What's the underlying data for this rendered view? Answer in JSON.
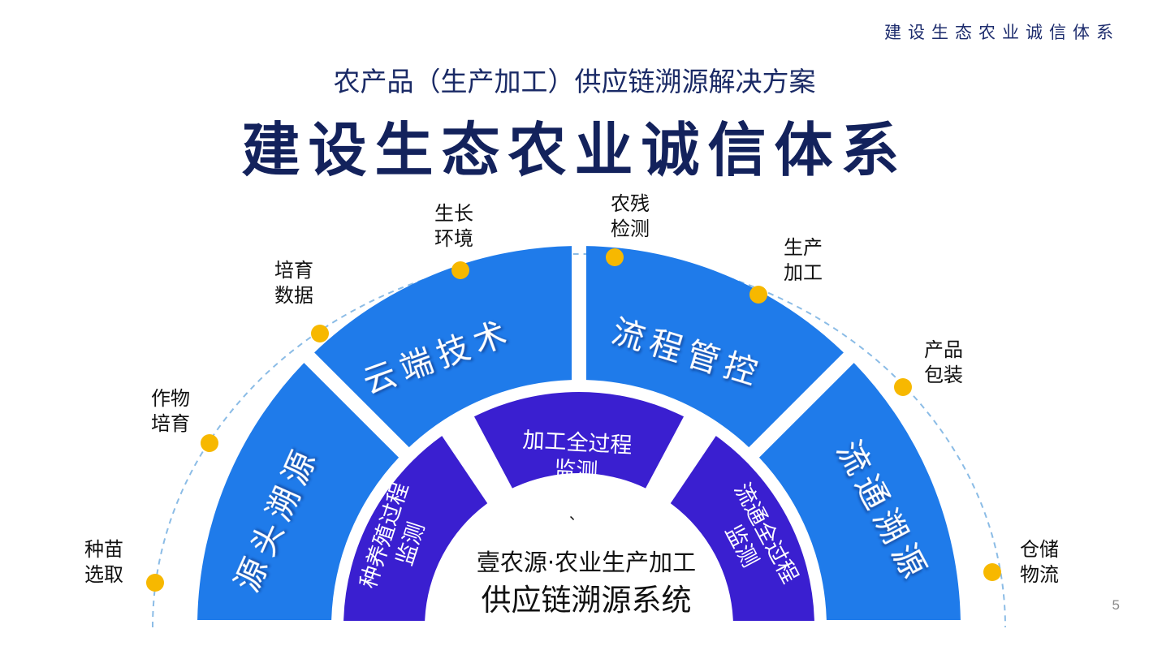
{
  "header": {
    "top_right_title": "建设生态农业诚信体系",
    "page_number": "5"
  },
  "subtitle": "农产品（生产加工）供应链溯源解决方案",
  "title": "建设生态农业诚信体系",
  "outer_ring": [
    "源头溯源",
    "云端技术",
    "流程管控",
    "流通溯源"
  ],
  "inner_ring": [
    {
      "line1": "种养殖过程",
      "line2": "监测"
    },
    {
      "line1": "加工全过程",
      "line2": "监测"
    },
    {
      "line1": "流通全过程",
      "line2": "监测"
    }
  ],
  "center": {
    "line1": "壹农源·农业生产加工",
    "line2": "供应链溯源系统",
    "mark": "、"
  },
  "steps": [
    {
      "line1": "种苗",
      "line2": "选取"
    },
    {
      "line1": "作物",
      "line2": "培育"
    },
    {
      "line1": "培育",
      "line2": "数据"
    },
    {
      "line1": "生长",
      "line2": "环境"
    },
    {
      "line1": "农残",
      "line2": "检测"
    },
    {
      "line1": "生产",
      "line2": "加工"
    },
    {
      "line1": "产品",
      "line2": "包装"
    },
    {
      "line1": "仓储",
      "line2": "物流"
    }
  ],
  "colors": {
    "outer_blue": "#1f7bea",
    "inner_purple": "#3a1fd0",
    "dot_yellow": "#f7b800",
    "dash_blue": "#8bbce6",
    "title_navy": "#13225c"
  }
}
